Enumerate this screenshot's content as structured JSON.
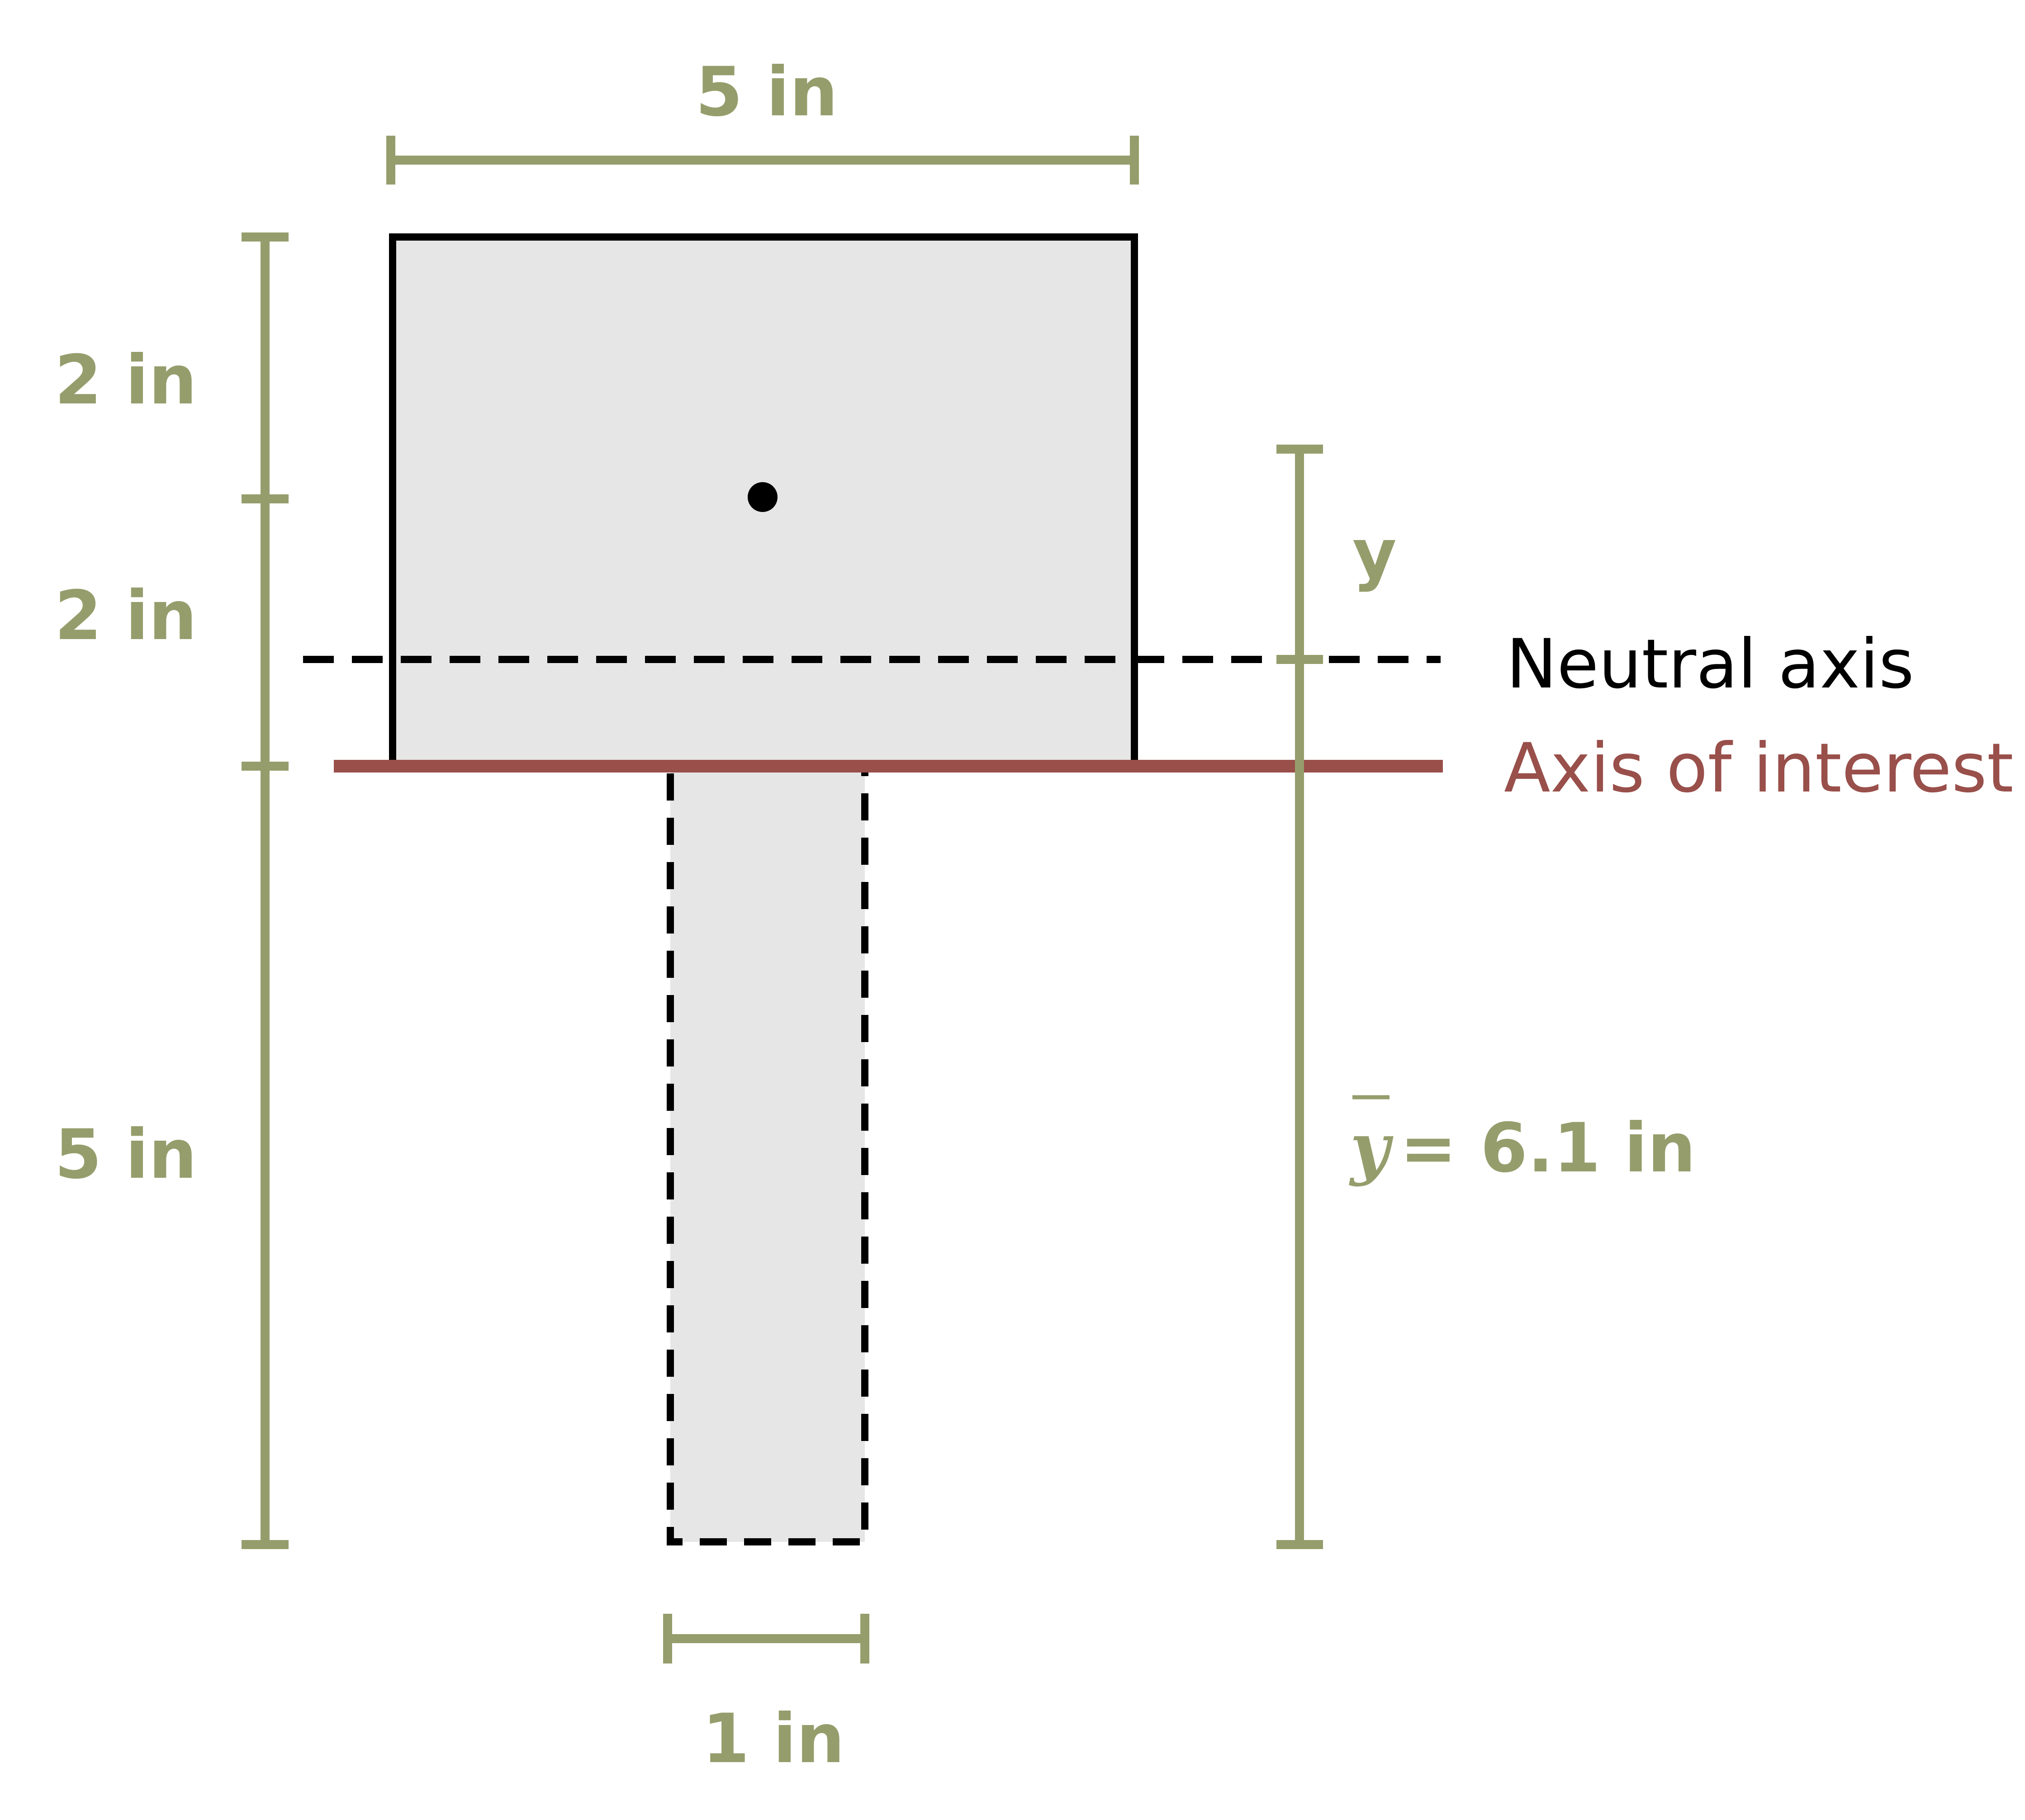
{
  "colors": {
    "dimension": "#969d6c",
    "axis_of_interest": "#994f4a",
    "outline": "#000000",
    "fill": "#e6e6e6",
    "background": "#ffffff"
  },
  "dimensions": {
    "top_width": "5 in",
    "flange_height": "2 in",
    "flange_lower_height": "2 in",
    "web_height": "5 in",
    "web_width": "1 in"
  },
  "labels": {
    "y": "y",
    "ybar_symbol": "y",
    "ybar_value": "= 6.1 in",
    "neutral_axis": "Neutral axis",
    "axis_of_interest": "Axis of interest"
  }
}
